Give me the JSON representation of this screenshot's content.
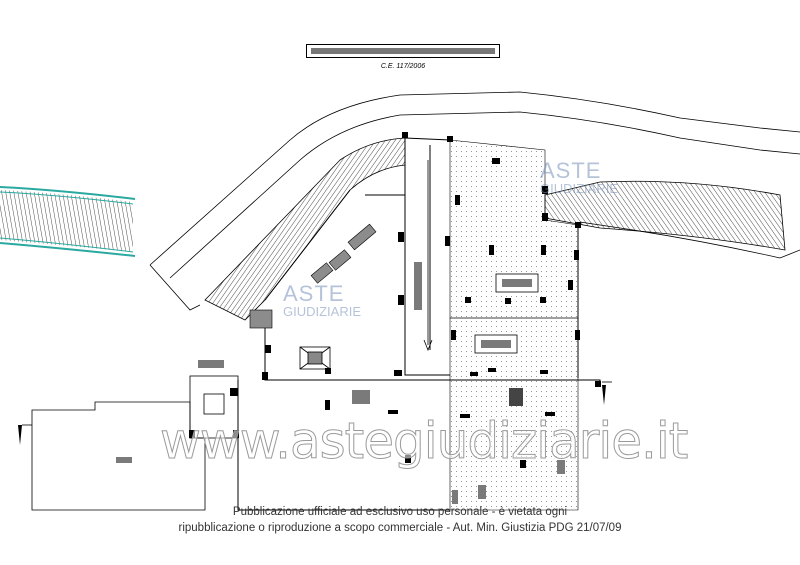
{
  "plan": {
    "reference_label": "C.E. 117/2006"
  },
  "watermarks": {
    "site_url": "www.astegiudiziarie.it",
    "logo_line1": "ASTE",
    "logo_line2": "GIUDIZIARIE",
    "logo_color": "#7f95bb"
  },
  "disclaimer": {
    "line1": "Pubblicazione ufficiale ad esclusivo uso personale - è vietata ogni",
    "line2": "ripubblicazione o riproduzione a scopo commerciale - Aut. Min. Giustizia PDG 21/07/09"
  },
  "colors": {
    "linework": "#000000",
    "hatch_accent": "#2aa9a0",
    "fill_grey": "#7a7a7a"
  }
}
